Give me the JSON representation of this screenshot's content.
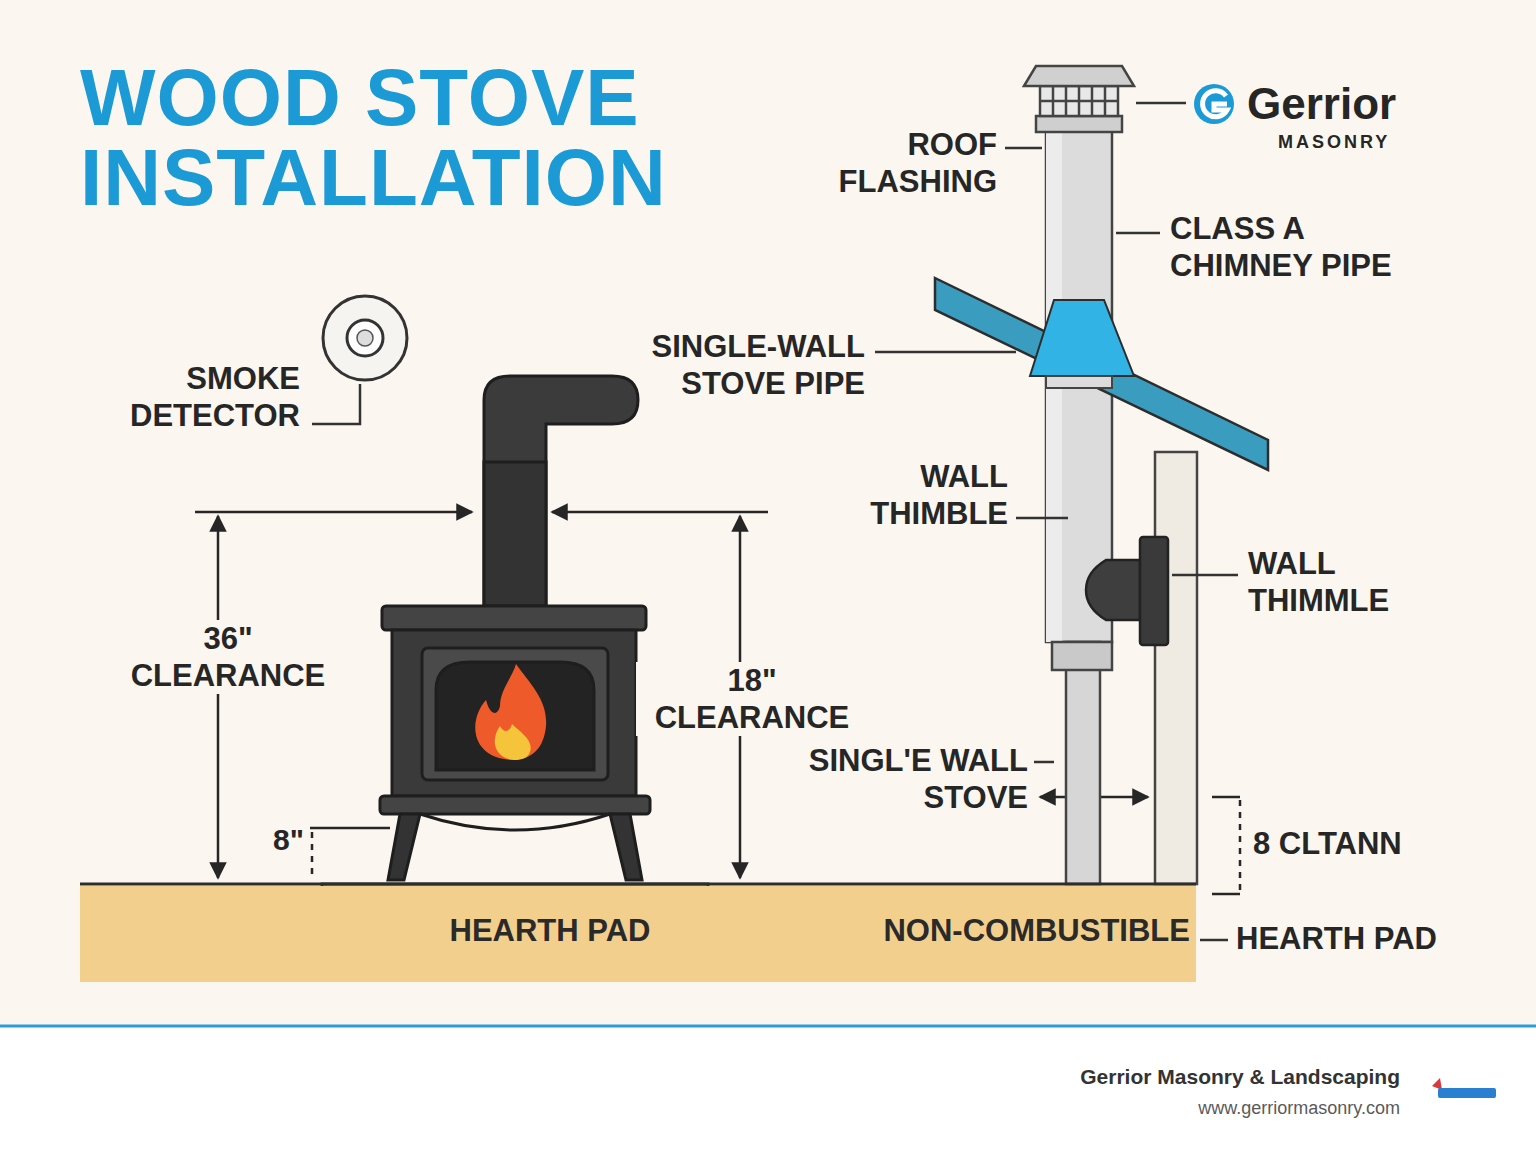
{
  "diagram": {
    "title": "WOOD STOVE INSTALLATION",
    "nodes": [
      {
        "text": [
          "HEARTH PAD",
          "NON-COMBUSTIBLE"
        ]
      }
    ],
    "labels": [
      "Gerrior",
      "MASONRY",
      "ROOF FLASHING",
      "CLASS A CHIMNEY PIPE",
      "SMOKE DETECTOR",
      "SINGLE-WALL STOVE PIPE",
      "WALL THIMBLE",
      "WALL THIMMLE",
      "36\" CLEARANCE",
      "18\" CLEARANCE",
      "8\"",
      "SINGL'E WALL STOVE",
      "8 CLTANN",
      "HEARTH PAD",
      "Gerrior Masonry & Landscaping",
      "www.gerriormasonry.com"
    ]
  }
}
